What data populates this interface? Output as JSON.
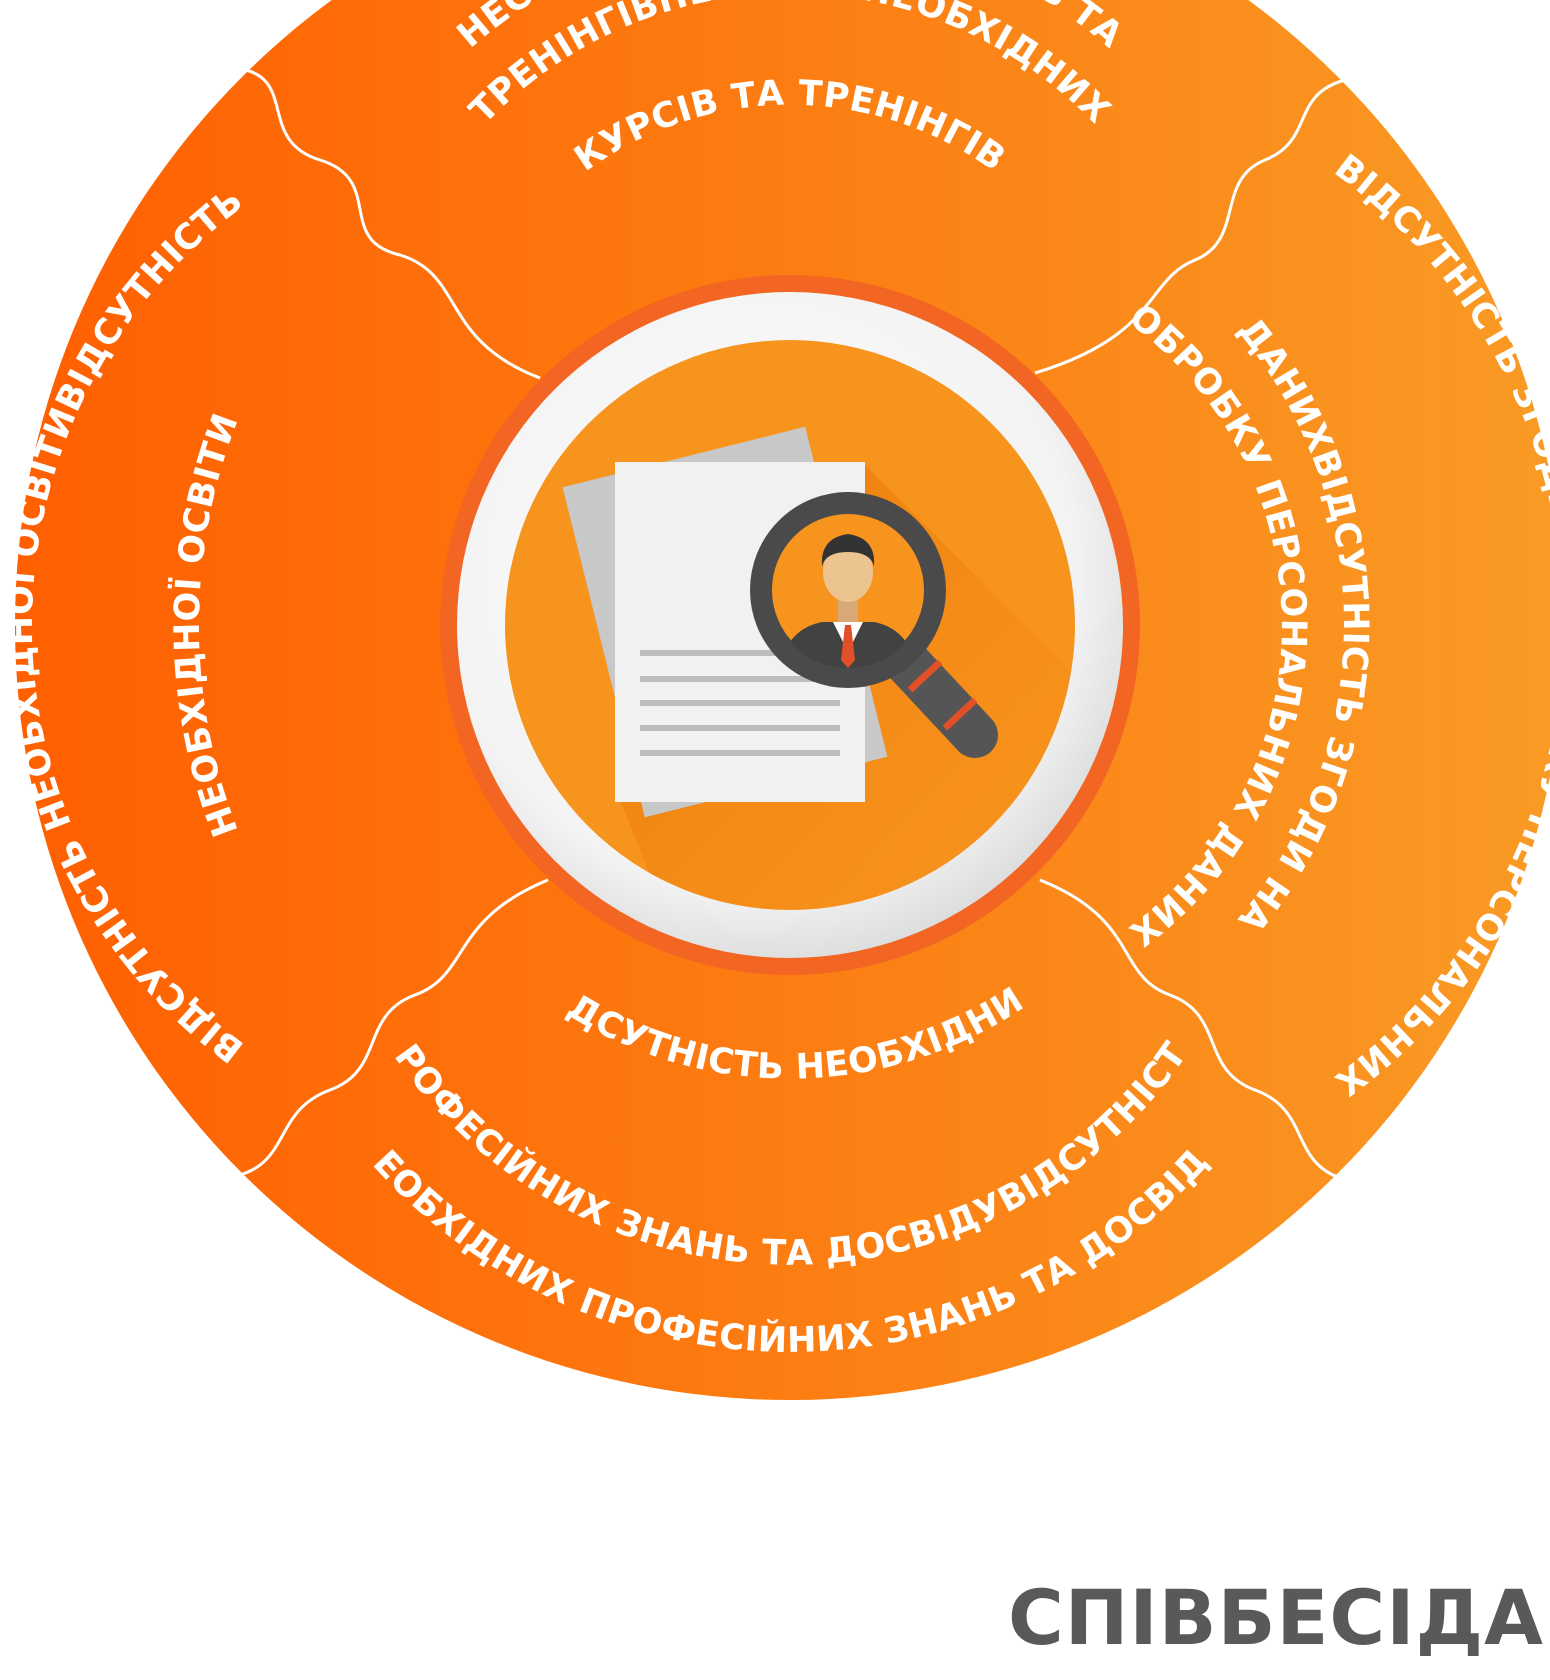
{
  "colors": {
    "ring_start": "#ff5f00",
    "ring_end": "#f99b25",
    "inner_disc": "#f7941d",
    "outer_border": "#f26522",
    "divider": "#ffffff",
    "text": "#ffffff",
    "caption": "#58595b"
  },
  "segments": {
    "top": {
      "lines": [
        "НЕСТАЧА НЕОБХІДНИХ КУРСІВ ТА",
        "ТРЕНІНГІВНЕСТАЧА НЕОБХІДНИХ",
        "КУРСІВ ТА ТРЕНІНГІВ"
      ]
    },
    "left": {
      "lines": [
        "ВІДСУТНІСТЬ НЕОБХІДНОЇ ОСВІТИВІДСУТНІСТЬ",
        "НЕОБХІДНОЇ ОСВІТИ"
      ]
    },
    "right": {
      "lines": [
        "ВІДСУТНІСТЬ ЗГОДИ НА ОБРОБКУ ПЕРСОНАЛЬНИХ",
        "ДАНИХВІДСУТНІСТЬ ЗГОДИ НА",
        "ОБРОБКУ ПЕРСОНАЛЬНИХ ДАНИХ"
      ]
    },
    "bottom": {
      "lines": [
        "ВІДСУТНІСТЬ НЕОБХІДНИХ",
        "ПРОФЕСІЙНИХ ЗНАНЬ ТА ДОСВІДУВІДСУТНІСТЬ",
        "НЕОБХІДНИХ ПРОФЕСІЙНИХ ЗНАНЬ ТА ДОСВІДУ"
      ]
    }
  },
  "center": {
    "icon": "document-search-person-icon"
  },
  "caption": "СПІВБЕСІДА"
}
